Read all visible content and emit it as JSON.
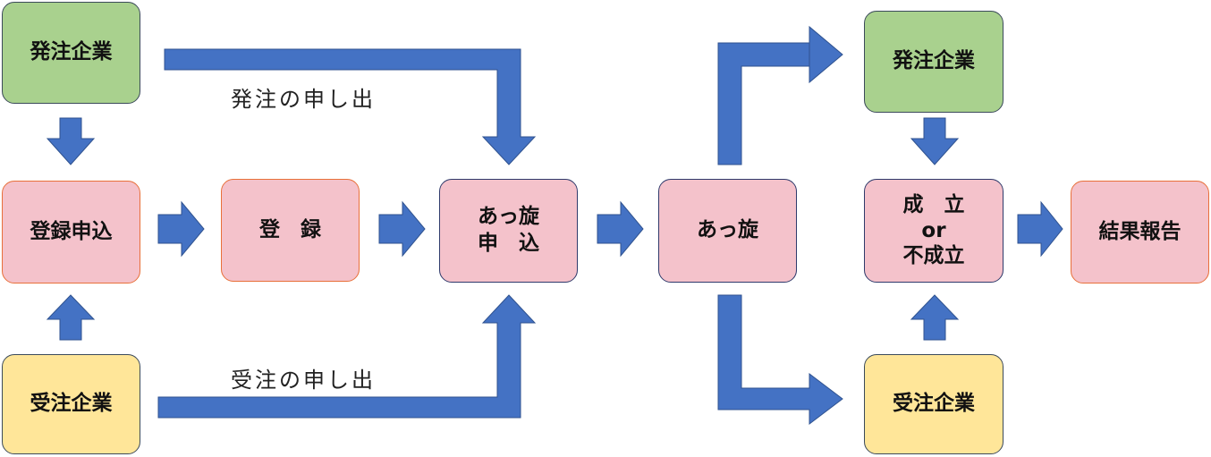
{
  "boxes": {
    "hatchu_left": "発注企業",
    "toroku_shinkomi": "登録申込",
    "juchu_left": "受注企業",
    "toroku": "登　録",
    "assen_shinkomi_line1": "あっ旋",
    "assen_shinkomi_line2": "申　込",
    "assen": "あっ旋",
    "hatchu_right": "発注企業",
    "result_line1": "成　立",
    "result_line2": "or",
    "result_line3": "不成立",
    "juchu_right": "受注企業",
    "kekka_hokoku": "結果報告"
  },
  "labels": {
    "hatchu_moushide": "発注の申し出",
    "juchu_moushide": "受注の申し出"
  },
  "colors": {
    "arrow": "#4472c4",
    "arrow_border": "#2f528f",
    "green": "#a9d18e",
    "yellow": "#ffe699",
    "pink": "#f4c2cb"
  }
}
